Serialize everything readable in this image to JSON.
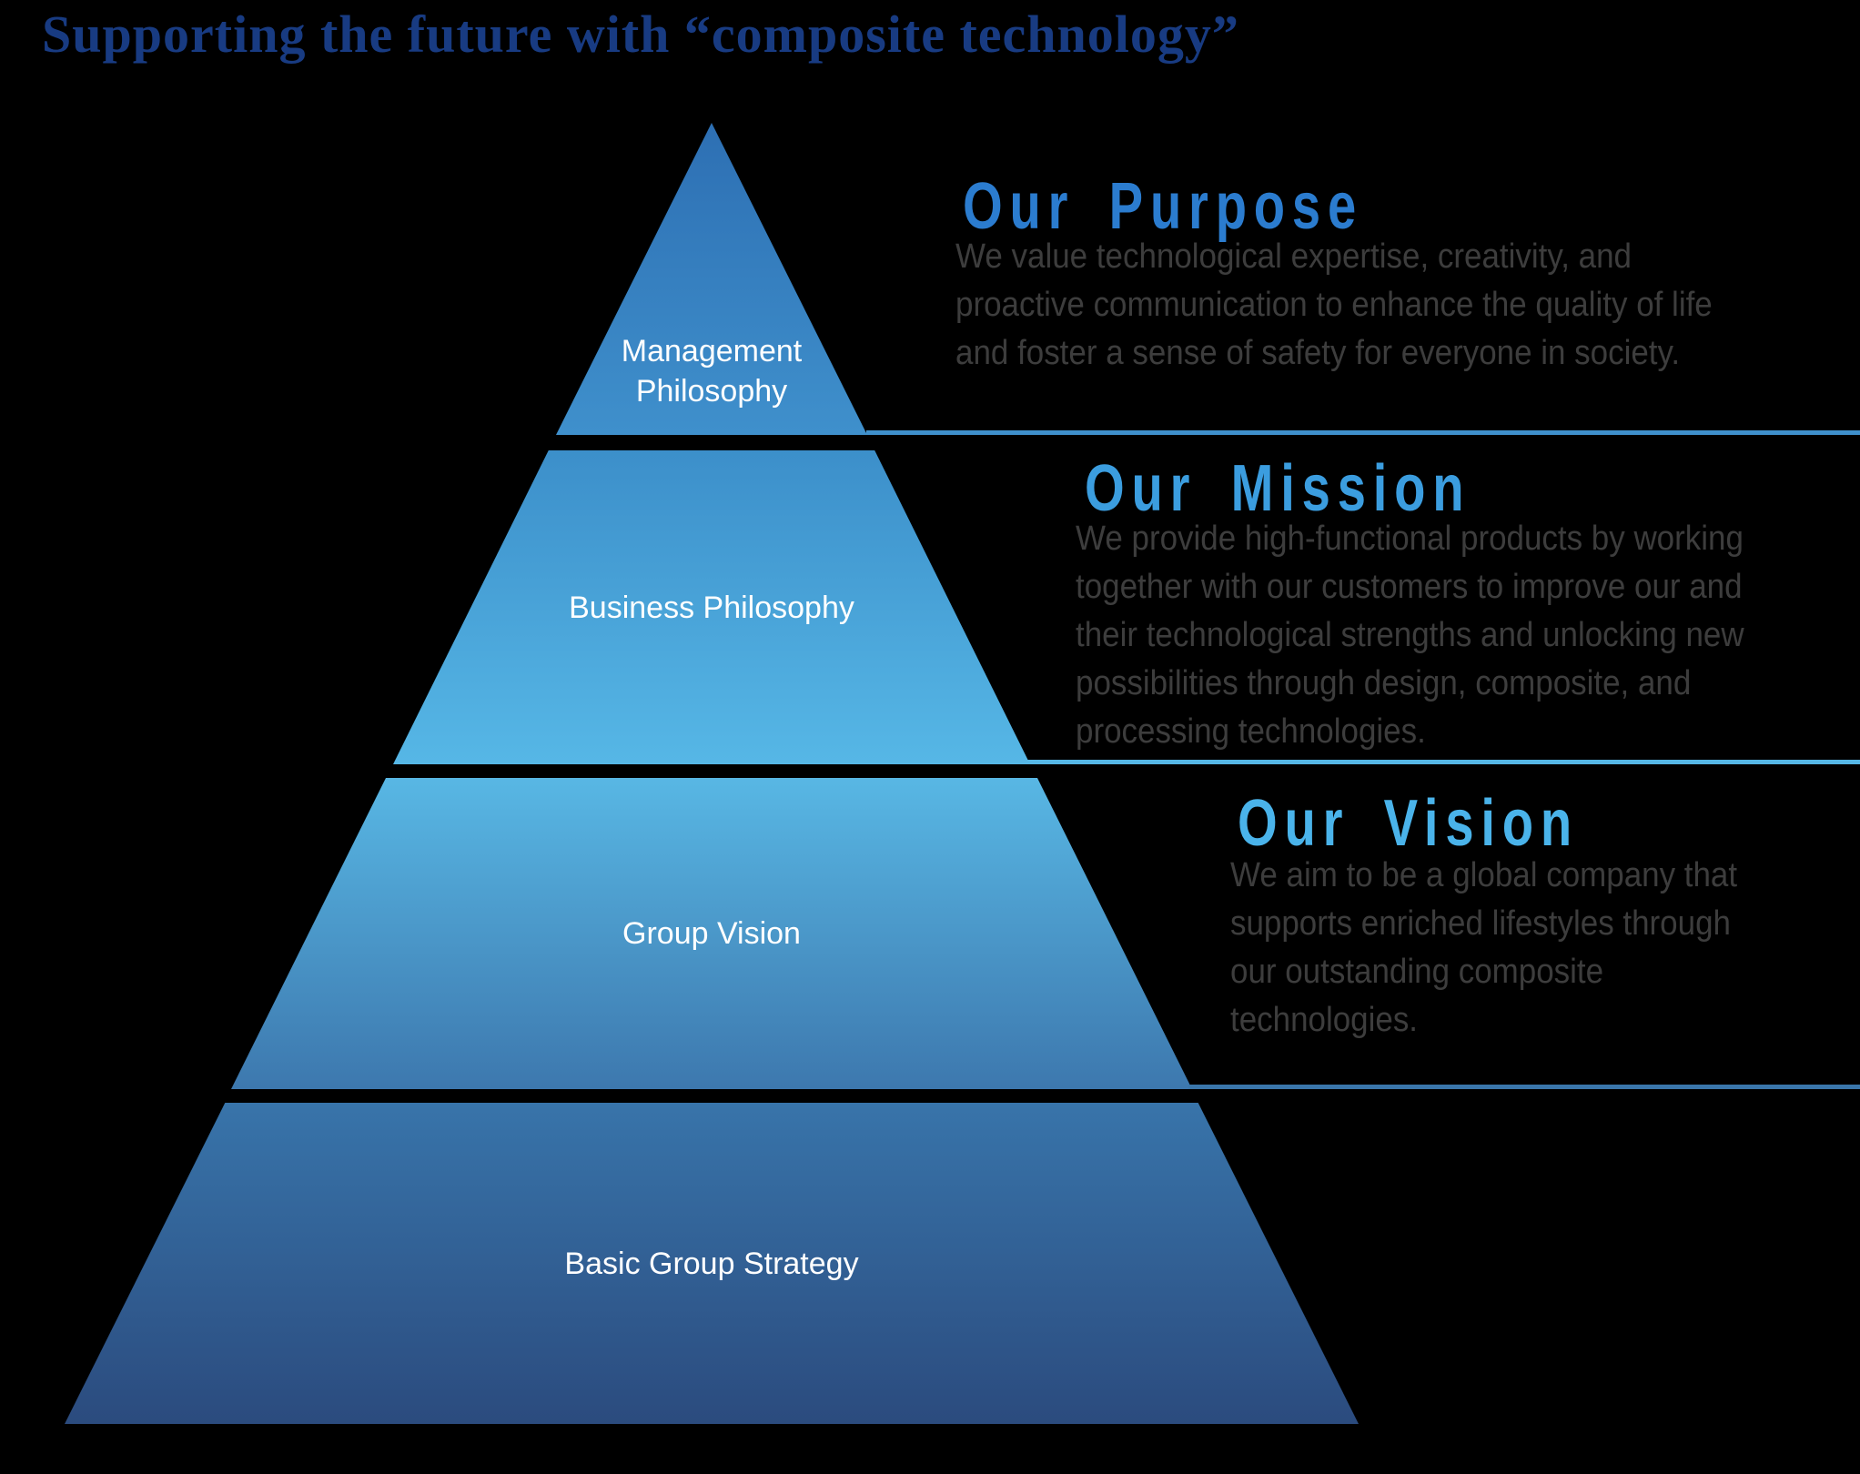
{
  "title": "Supporting the future with “composite technology”",
  "pyramid": {
    "tiers": [
      {
        "label": "Management\nPhilosophy"
      },
      {
        "label": "Business Philosophy"
      },
      {
        "label": "Group Vision"
      },
      {
        "label": "Basic Group Strategy"
      }
    ]
  },
  "sections": [
    {
      "heading": "Our Purpose",
      "body": "We value technological expertise, creativity, and\nproactive communication to enhance the quality of life\nand foster a sense of safety for everyone in society."
    },
    {
      "heading": "Our Mission",
      "body": "We provide high-functional products by working\ntogether with our customers to improve our and\ntheir technological strengths and unlocking new\npossibilities through design, composite, and\nprocessing technologies."
    },
    {
      "heading": "Our Vision",
      "body": "We aim to be a global company that\nsupports enriched lifestyles through\nour outstanding composite\ntechnologies."
    }
  ],
  "colors": {
    "title": "#183b82",
    "heading_purpose": "#2b7ccf",
    "heading_mission": "#3b9ddf",
    "heading_vision": "#4ab3ea",
    "body_text": "#3d3d3d",
    "tier_label": "#ffffff",
    "tier1_top": "#2d6fb3",
    "tier1_bottom": "#3f90cc",
    "tier2_top": "#3c8fca",
    "tier2_bottom": "#56b7e6",
    "tier3_top": "#58b7e4",
    "tier3_bottom": "#3d78ae",
    "tier4_top": "#3874aa",
    "tier4_bottom": "#2b4b7e",
    "rule1": "#3f90cc",
    "rule2": "#56b7e6",
    "rule3": "#3a76ab"
  }
}
